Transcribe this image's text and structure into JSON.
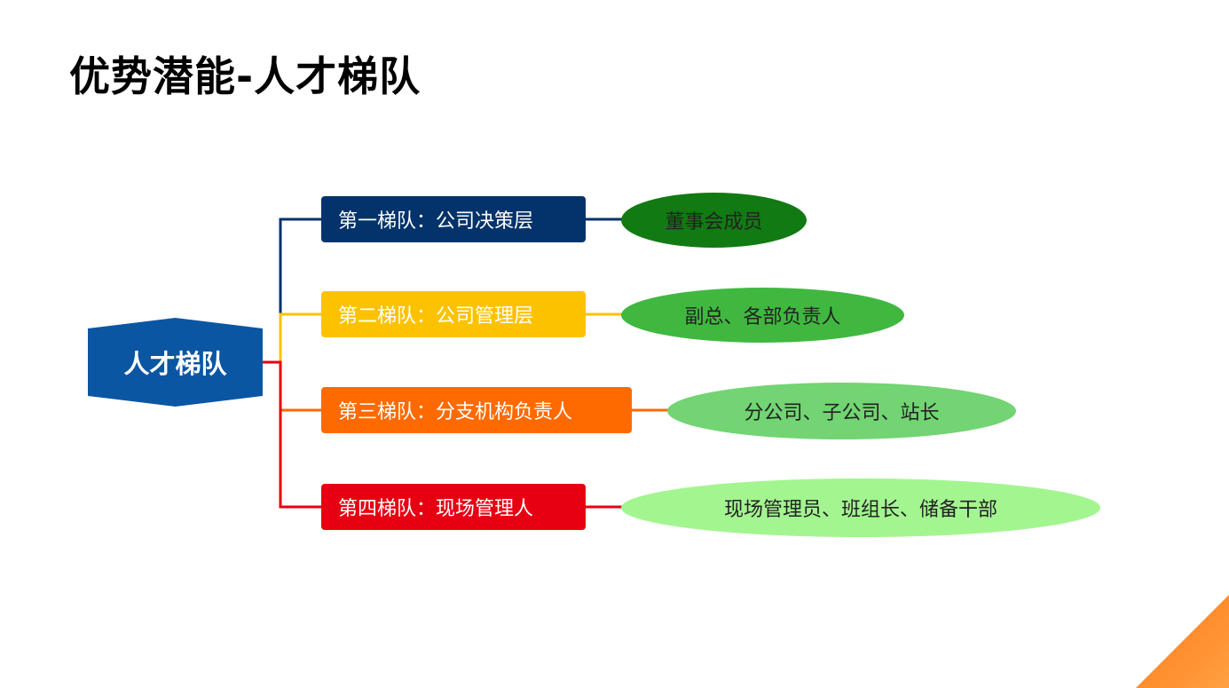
{
  "title": "优势潜能-人才梯队",
  "center": {
    "label": "人才梯队",
    "color": "#0b56a3"
  },
  "tiers": [
    {
      "label": "第一梯队：公司决策层",
      "color": "#03336a",
      "detail": "董事会成员",
      "detail_color": "#127a12"
    },
    {
      "label": "第二梯队：公司管理层",
      "color": "#fcc200",
      "detail": "副总、各部负责人",
      "detail_color": "#40b840"
    },
    {
      "label": "第三梯队：分支机构负责人",
      "color": "#ff6a00",
      "detail": "分公司、子公司、站长",
      "detail_color": "#72d472"
    },
    {
      "label": "第四梯队：现场管理人",
      "color": "#e60012",
      "detail": "现场管理员、班组长、储备干部",
      "detail_color": "#a3f590"
    }
  ]
}
